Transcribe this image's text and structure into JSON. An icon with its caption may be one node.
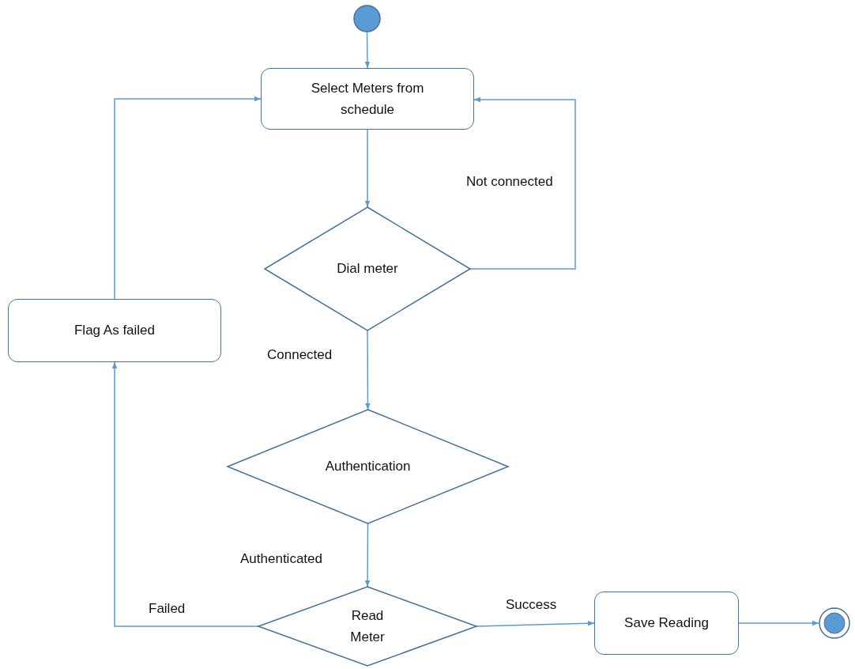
{
  "diagram": {
    "nodes": [
      {
        "text": [],
        "shape": "circle"
      },
      {
        "text": [
          "Select Meters from schedule"
        ]
      },
      {
        "text": [
          "Dial meter"
        ]
      },
      {
        "text": [
          "Flag As failed"
        ]
      },
      {
        "text": [
          "Authentication"
        ]
      },
      {
        "text": [
          "Read Meter"
        ]
      },
      {
        "text": [
          "Save Reading"
        ]
      },
      {
        "text": [],
        "shape": "circle"
      }
    ],
    "edges": [
      {
        "from": 0,
        "to": 1,
        "arrow": "to"
      },
      {
        "from": 1,
        "to": 2,
        "arrow": "to"
      },
      {
        "from": 2,
        "to": 1,
        "arrow": "to",
        "label": "Not connected"
      },
      {
        "from": 2,
        "to": 4,
        "arrow": "to",
        "label": "Connected"
      },
      {
        "from": 4,
        "to": 5,
        "arrow": "to",
        "label": "Authenticated"
      },
      {
        "from": 5,
        "to": 3,
        "arrow": "to",
        "label": "Failed"
      },
      {
        "from": 3,
        "to": 1,
        "arrow": "to"
      },
      {
        "from": 5,
        "to": 6,
        "arrow": "to",
        "label": "Success"
      },
      {
        "from": 6,
        "to": 7,
        "arrow": "to"
      }
    ]
  }
}
